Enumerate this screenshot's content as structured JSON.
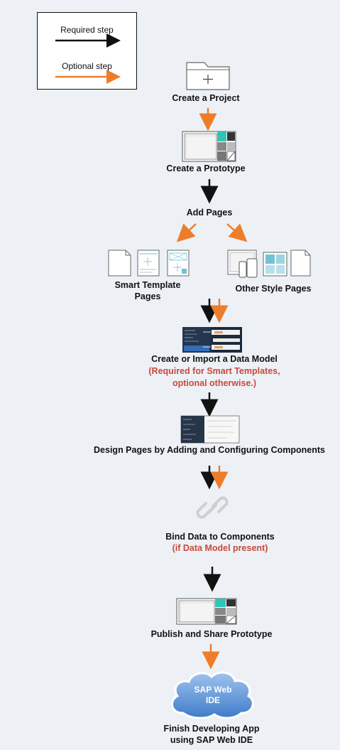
{
  "legend": {
    "required": "Required step",
    "optional": "Optional step"
  },
  "steps": {
    "create_project": "Create a Project",
    "create_prototype": "Create a Prototype",
    "add_pages": "Add Pages",
    "smart_template_line1": "Smart Template",
    "smart_template_line2": "Pages",
    "other_style": "Other Style Pages",
    "data_model": "Create or Import a Data Model",
    "data_model_note1": "(Required for Smart Templates,",
    "data_model_note2": "optional otherwise.)",
    "design_pages": "Design Pages by Adding and Configuring Components",
    "bind_data": "Bind Data to Components",
    "bind_data_note": "(if Data Model present)",
    "publish": "Publish and Share Prototype",
    "finish_line1": "Finish Developing App",
    "finish_line2": "using SAP Web IDE",
    "sap_cloud_line1": "SAP Web",
    "sap_cloud_line2": "IDE"
  },
  "colors": {
    "required": "#111111",
    "optional": "#ee7d2a",
    "note": "#c9493b",
    "teal": "#2ec4b6"
  }
}
